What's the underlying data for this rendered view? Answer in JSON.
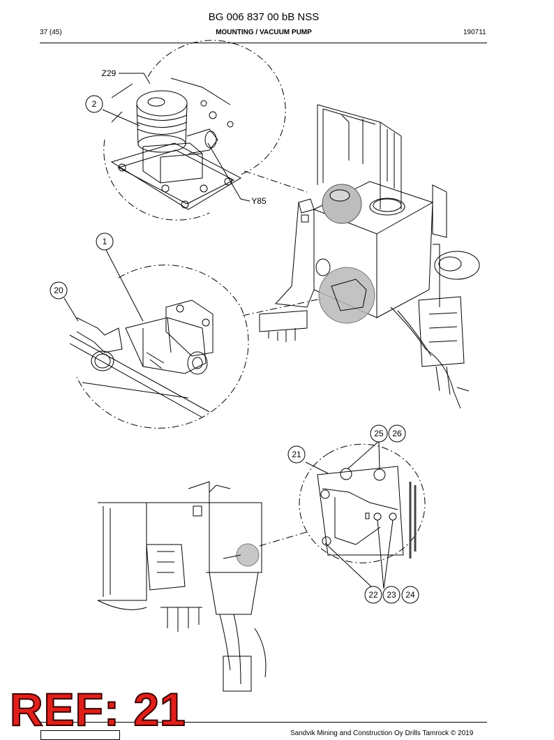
{
  "header": {
    "title": "BG 006 837 00 bB NSS",
    "page": "37 (45)",
    "section": "MOUNTING / VACUUM PUMP",
    "date": "190711"
  },
  "callouts": {
    "z29": "Z29",
    "c2": "2",
    "y85": "Y85",
    "c1": "1",
    "c20": "20",
    "c25": "25",
    "c26": "26",
    "c21": "21",
    "c22": "22",
    "c23": "23",
    "c24": "24"
  },
  "stamp": {
    "text": "REF: 21",
    "color": "#e0201b"
  },
  "footer": {
    "copyright": "Sandvik Mining and Construction Oy Drills Tamrock © 2019"
  }
}
